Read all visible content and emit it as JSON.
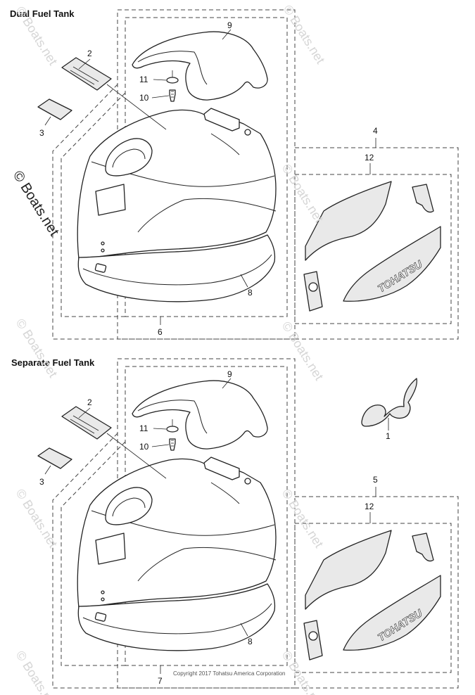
{
  "sections": [
    {
      "title": "Dual Fuel Tank",
      "labels": {
        "l9": "9",
        "l2": "2",
        "l11": "11",
        "l10": "10",
        "l3": "3",
        "l4": "4",
        "l12": "12",
        "l8": "8",
        "l6": "6"
      }
    },
    {
      "title": "Separate Fuel Tank",
      "labels": {
        "l9": "9",
        "l2": "2",
        "l11": "11",
        "l10": "10",
        "l3": "3",
        "l5": "5",
        "l12": "12",
        "l8": "8",
        "l7": "7",
        "l1": "1"
      }
    }
  ],
  "decal_text": "TOHATSU",
  "watermark": {
    "main": "© Boats.net",
    "repeat": "© Boats.net"
  },
  "copyright": "Copyright 2017 Tohatsu America Corporation"
}
